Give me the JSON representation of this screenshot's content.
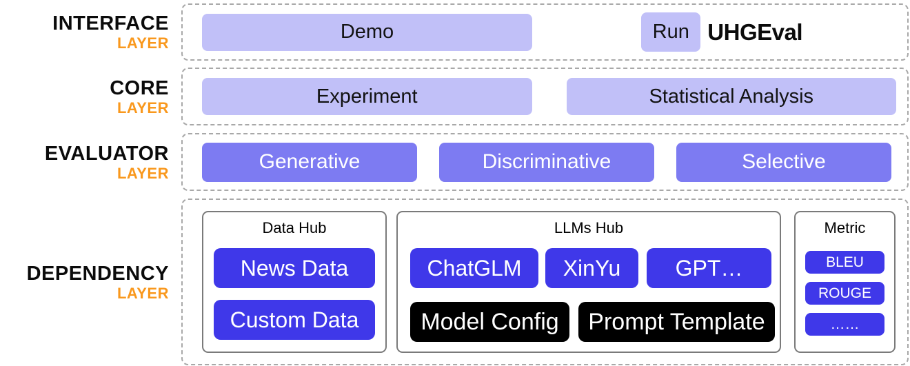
{
  "colors": {
    "light_purple": "#c1c0f8",
    "mid_purple": "#7d7bf2",
    "blue": "#3f38e9",
    "black_btn": "#000000",
    "orange": "#f9981d",
    "dash_border": "#a8a8a8",
    "hub_border": "#7a7a7a"
  },
  "layers": {
    "interface": {
      "title": "INTERFACE",
      "subtitle": "LAYER",
      "demo_label": "Demo",
      "run_label": "Run",
      "brand": "UHGEval"
    },
    "core": {
      "title": "CORE",
      "subtitle": "LAYER",
      "buttons": [
        "Experiment",
        "Statistical Analysis"
      ]
    },
    "evaluator": {
      "title": "EVALUATOR",
      "subtitle": "LAYER",
      "buttons": [
        "Generative",
        "Discriminative",
        "Selective"
      ]
    },
    "dependency": {
      "title": "DEPENDENCY",
      "subtitle": "LAYER",
      "data_hub": {
        "title": "Data Hub",
        "buttons": [
          "News Data",
          "Custom Data"
        ]
      },
      "llms_hub": {
        "title": "LLMs Hub",
        "models": [
          "ChatGLM",
          "XinYu",
          "GPT…"
        ],
        "configs": [
          "Model Config",
          "Prompt Template"
        ]
      },
      "metric": {
        "title": "Metric",
        "buttons": [
          "BLEU",
          "ROUGE",
          "……"
        ]
      }
    }
  }
}
